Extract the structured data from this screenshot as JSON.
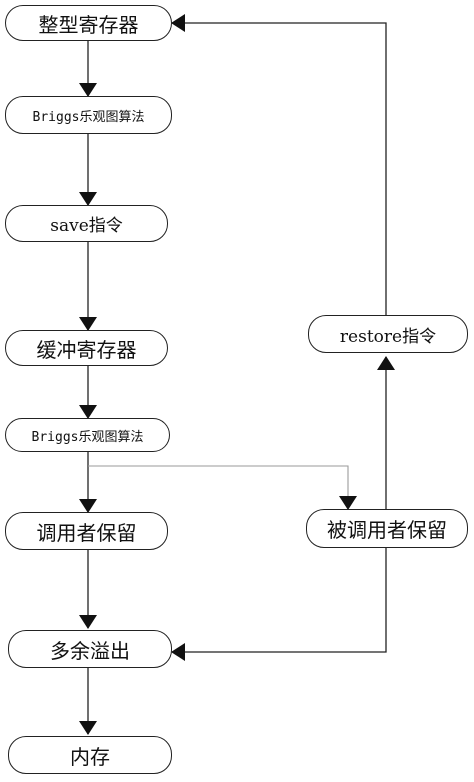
{
  "nodes": {
    "int_registers": "整型寄存器",
    "briggs_1": "Briggs乐观图算法",
    "save_instruction": "save指令",
    "buffer_registers": "缓冲寄存器",
    "briggs_2": "Briggs乐观图算法",
    "caller_saved": "调用者保留",
    "callee_saved": "被调用者保留",
    "spill": "多余溢出",
    "memory": "内存",
    "restore_instruction": "restore指令"
  },
  "colors": {
    "stroke": "#222222",
    "branch_line": "#9a9a9a",
    "fill": "#ffffff"
  }
}
